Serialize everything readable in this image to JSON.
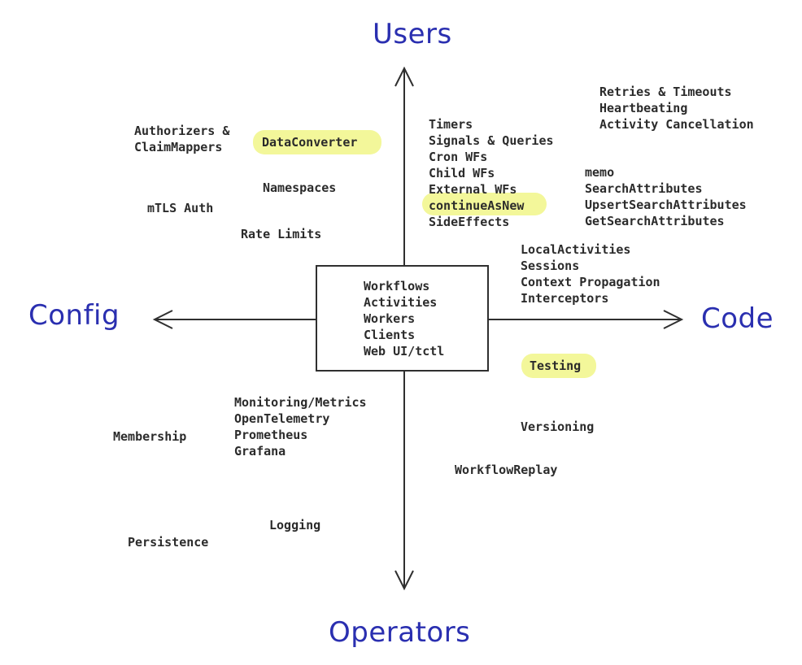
{
  "axes": {
    "top": "Users",
    "left": "Config",
    "right": "Code",
    "bottom": "Operators"
  },
  "center": [
    "Workflows",
    "Activities",
    "Workers",
    "Clients",
    "Web UI/tctl"
  ],
  "config_users": {
    "authorizers": [
      "Authorizers &",
      "ClaimMappers"
    ],
    "data_converter": "DataConverter",
    "namespaces": "Namespaces",
    "mtls": "mTLS Auth",
    "rate_limits": "Rate Limits"
  },
  "users_code": {
    "workflow_features": [
      "Timers",
      "Signals & Queries",
      "Cron WFs",
      "Child WFs",
      "External WFs",
      "continueAsNew",
      "SideEffects"
    ],
    "activity_features": [
      "Retries & Timeouts",
      "Heartbeating",
      "Activity Cancellation"
    ],
    "search": [
      "memo",
      "SearchAttributes",
      "UpsertSearchAttributes",
      "GetSearchAttributes"
    ],
    "local": [
      "LocalActivities",
      "Sessions",
      "Context Propagation",
      "Interceptors"
    ]
  },
  "code_operators": {
    "testing": "Testing",
    "versioning": "Versioning",
    "replay": "WorkflowReplay"
  },
  "config_operators": {
    "monitoring": [
      "Monitoring/Metrics",
      "OpenTelemetry",
      "Prometheus",
      "Grafana"
    ],
    "membership": "Membership",
    "logging": "Logging",
    "persistence": "Persistence"
  },
  "colors": {
    "axis_label": "#2a2fb0",
    "text": "#2b2b2b",
    "highlight": "#f3f79a",
    "lines": "#2f2f2f"
  }
}
